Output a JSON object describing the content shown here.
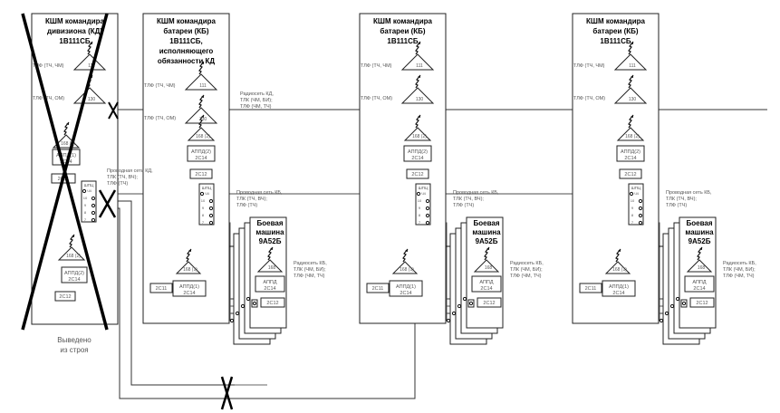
{
  "nodes": {
    "kd": {
      "title": [
        "КШМ командира",
        "дивизиона (КД)",
        "1В111СБ"
      ],
      "status": [
        "Выведено",
        "из строя"
      ]
    },
    "kb_acting": {
      "title": [
        "КШМ командира",
        "батареи (КБ)",
        "1В111СБ,",
        "исполняющего",
        "обязанности КД"
      ]
    },
    "kb": {
      "title": [
        "КШМ командира",
        "батареи (КБ)",
        "1В111СБ"
      ]
    },
    "combat_vehicle": {
      "title": [
        "Боевая",
        "машина",
        "9А52Б"
      ]
    }
  },
  "equipment": {
    "radio_111": "111",
    "radio_130": "130",
    "radio_r168_2": "168 (2)",
    "radio_r168_1": "168 (1)",
    "radio_168": "168",
    "apd2": [
      "АППД(2)",
      "2С14"
    ],
    "apd1": [
      "АППД(1)",
      "2С14"
    ],
    "apd": [
      "АППД",
      "2С14"
    ],
    "apd_kd1": [
      "АППД(1)",
      "2С14"
    ],
    "apd_kd2": [
      "АППД(2)",
      "2С14"
    ],
    "kd_2s11": "2С11",
    "s2s12": "2С12",
    "s2s11": "2С11",
    "switch": "ШПЦ",
    "port_p4": "Ч4",
    "ports": [
      "10",
      "9",
      "8",
      "7"
    ],
    "cv_ports": [
      "Ш2",
      "Ш1"
    ]
  },
  "labels": {
    "tlf_chm": "ТЛФ (ТЧ, ЧМ)",
    "tlf_om": "ТЛФ (ТЧ, ОМ)",
    "radio_kd": [
      "Радиосеть КД,",
      "ТЛК (ЧМ, БИ);",
      "ТЛФ (ЧМ, ТЧ)"
    ],
    "wire_kd": [
      "Проводная сеть КД,",
      "ТЛК (ТЧ, ВЧ);",
      "ТЛФ (ТЧ)"
    ],
    "wire_kb": [
      "Проводная сеть КБ,",
      "ТЛК (ТЧ, ВЧ);",
      "ТЛФ (ТЧ)"
    ],
    "radio_kb": [
      "Радиосеть КБ,",
      "ТЛК (ЧМ, БИ);",
      "ТЛФ (ЧМ, ТЧ)"
    ]
  }
}
